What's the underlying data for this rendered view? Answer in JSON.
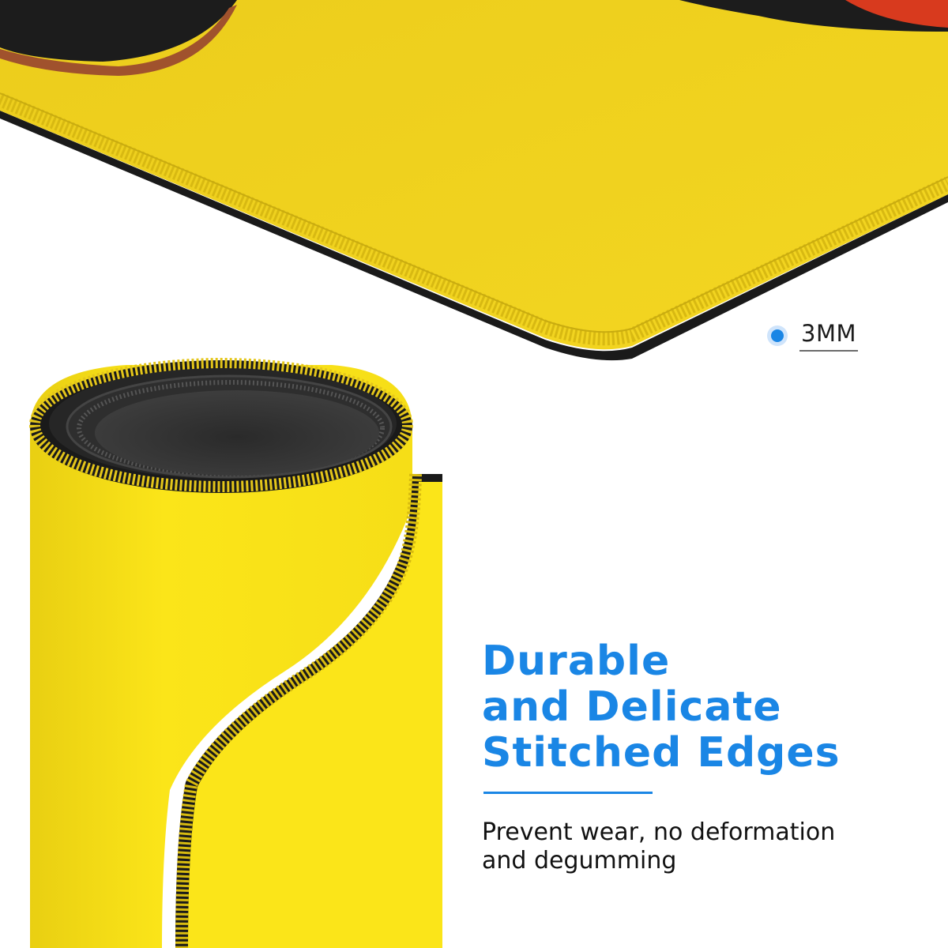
{
  "colors": {
    "accent": "#1a86e5",
    "pad_yellow": "#f1d21c",
    "roll_yellow": "#fbe519",
    "stitch_yellow": "#e4c61a",
    "edge_black": "#1a1a1a",
    "inner_dark": "#353535",
    "artwork_brown": "#a0522d",
    "artwork_red": "#d83a1e"
  },
  "thickness": {
    "label": "3MM"
  },
  "headline": {
    "line1": "Durable",
    "line2": "and Delicate",
    "line3": "Stitched Edges"
  },
  "subtext": {
    "line1": "Prevent wear, no deformation",
    "line2": "and degumming"
  }
}
